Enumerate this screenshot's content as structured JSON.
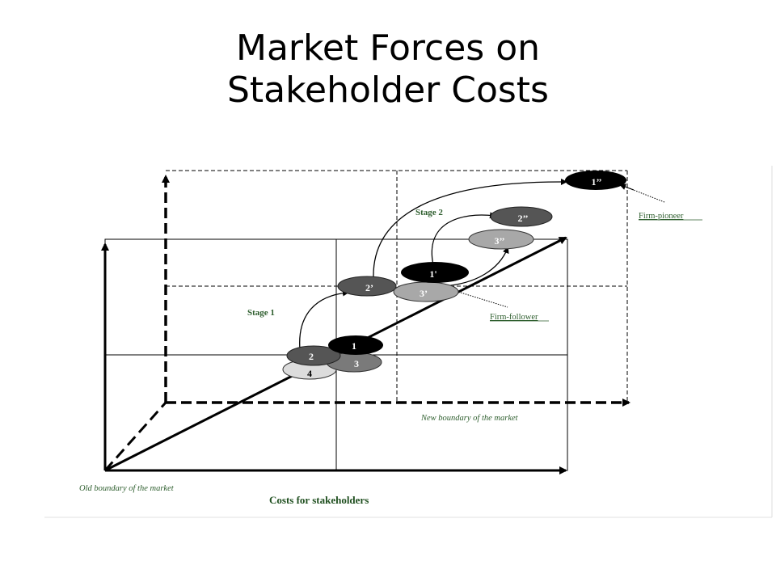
{
  "slide": {
    "title_line1": "Market Forces on",
    "title_line2": "Stakeholder Costs"
  },
  "diagram": {
    "stage1_label": "Stage 1",
    "stage2_label": "Stage 2",
    "x_axis_label": "Costs for stakeholders",
    "old_boundary_label": "Old boundary of the market",
    "new_boundary_label": "New boundary of the market",
    "firm_pioneer_label": "Firm-pioneer",
    "firm_follower_label": "Firm-follower",
    "nodes": {
      "n1": "1",
      "n2": "2",
      "n3": "3",
      "n4": "4",
      "n1p": "1'",
      "n2p": "2’",
      "n3p": "3’",
      "n1pp": "1’’",
      "n2pp": "2’’",
      "n3pp": "3’’"
    },
    "colors": {
      "black_node": "#000000",
      "dark_node": "#555555",
      "mid_node": "#7a7a7a",
      "light_node": "#a8a8a8",
      "pale_node": "#dcdcdc",
      "label_green": "#2e5e2e",
      "label_darkgreen": "#1f4f1f"
    }
  }
}
